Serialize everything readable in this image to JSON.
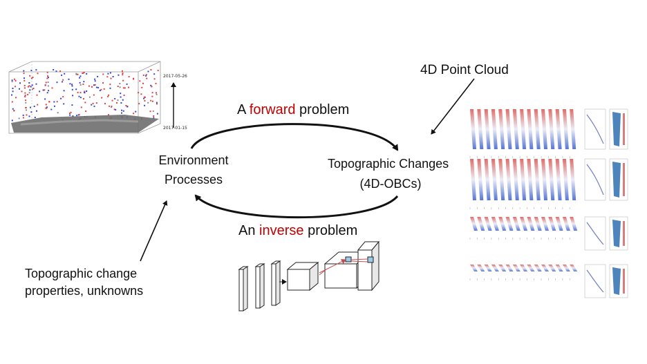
{
  "labels": {
    "point_cloud": "4D Point Cloud",
    "forward": {
      "pre": "A ",
      "keyword": "forward",
      "post": " problem"
    },
    "inverse": {
      "pre": "An ",
      "keyword": "inverse",
      "post": " problem"
    },
    "env_line1": "Environment",
    "env_line2": "Processes",
    "topo_line1": "Topographic Changes",
    "topo_line2": "(4D-OBCs)",
    "unknowns_line1": "Topographic change",
    "unknowns_line2": "properties, unknowns"
  },
  "timeline": {
    "end_date": "2017-05-26",
    "start_date": "2017-01-15"
  },
  "colors": {
    "accent": "#c00000",
    "arrow": "#111111",
    "cloud_red": "#e04040",
    "cloud_blue": "#3344cc"
  },
  "icons": [
    "point-cloud-3d",
    "cnn-architecture",
    "time-series-panels"
  ]
}
